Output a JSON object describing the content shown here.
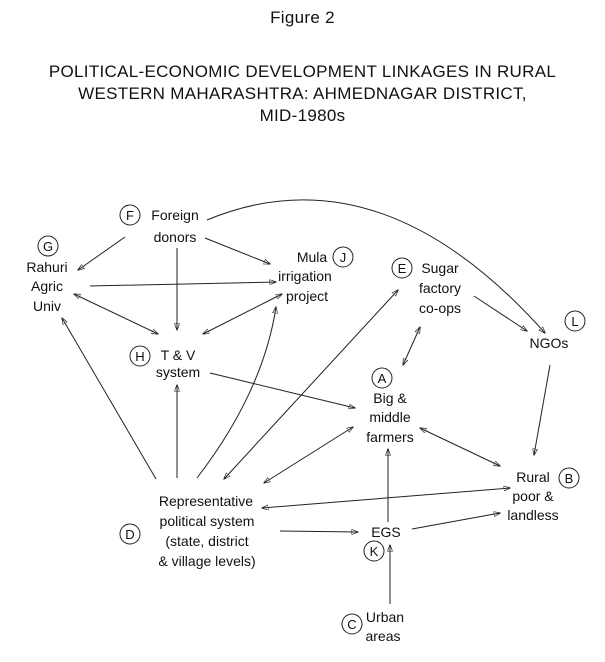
{
  "figure_label": "Figure 2",
  "title_lines": [
    "POLITICAL-ECONOMIC DEVELOPMENT LINKAGES IN RURAL",
    "WESTERN MAHARASHTRA: AHMEDNAGAR DISTRICT,",
    "MID-1980s"
  ],
  "nodes": {
    "F": {
      "letter": "F",
      "lines": [
        "Foreign",
        "donors"
      ]
    },
    "G": {
      "letter": "G",
      "lines": [
        "Rahuri",
        "Agric",
        "Univ"
      ]
    },
    "J": {
      "letter": "J",
      "lines": [
        "Mula",
        "irrigation",
        "project"
      ]
    },
    "E": {
      "letter": "E",
      "lines": [
        "Sugar",
        "factory",
        "co-ops"
      ]
    },
    "L": {
      "letter": "L",
      "lines": [
        "NGOs"
      ]
    },
    "H": {
      "letter": "H",
      "lines": [
        "T & V",
        "system"
      ]
    },
    "A": {
      "letter": "A",
      "lines": [
        "Big &",
        "middle",
        "farmers"
      ]
    },
    "B": {
      "letter": "B",
      "lines": [
        "Rural",
        "poor &",
        "landless"
      ]
    },
    "D": {
      "letter": "D",
      "lines": [
        "Representative",
        "political system",
        "(state, district",
        "& village levels)"
      ]
    },
    "K": {
      "letter": "K",
      "lines": [
        "EGS"
      ]
    },
    "C": {
      "letter": "C",
      "lines": [
        "Urban",
        "areas"
      ]
    }
  }
}
